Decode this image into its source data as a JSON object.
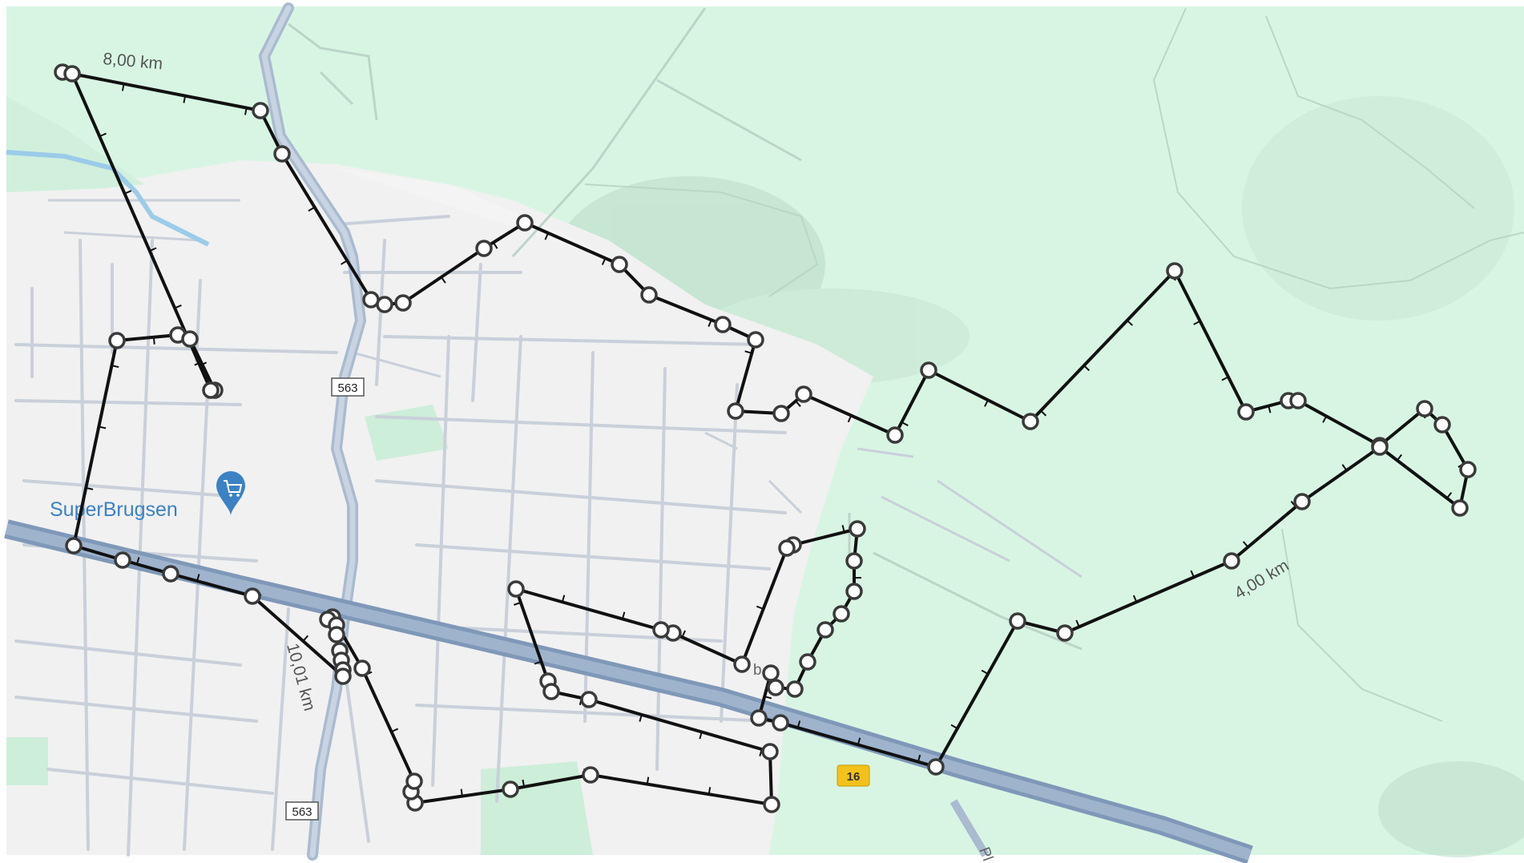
{
  "map": {
    "poi": {
      "label": "SuperBrugsen",
      "icon": "shopping-cart-icon",
      "color": "#3b82c4"
    },
    "road_shields": [
      {
        "label": "563"
      },
      {
        "label": "563"
      }
    ],
    "highway_shield": {
      "label": "16",
      "color": "#f2c21b"
    },
    "distance_markers": [
      {
        "label": "8,00 km"
      },
      {
        "label": "4,00 km"
      },
      {
        "label": "10,01 km"
      }
    ],
    "partial_street_label": "Pl",
    "partial_area_label": "b",
    "colors": {
      "forest": "#d8f5e4",
      "urban": "#f1f1f1",
      "route": "#111111",
      "waypoint_fill": "#ffffff",
      "waypoint_stroke": "#3a3a3a",
      "highway": "#8fa6c4",
      "streams": "#9ccbe8"
    }
  }
}
